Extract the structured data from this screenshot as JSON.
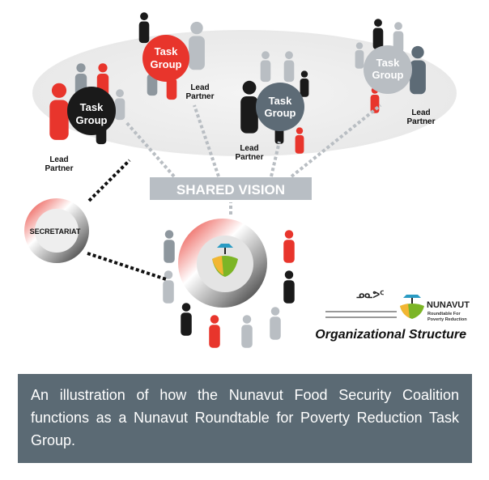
{
  "task_groups": [
    {
      "label1": "Task",
      "label2": "Group",
      "lead": "Lead Partner",
      "color": "#1a1a1a"
    },
    {
      "label1": "Task",
      "label2": "Group",
      "lead": "Lead Partner",
      "color": "#e8352c"
    },
    {
      "label1": "Task",
      "label2": "Group",
      "lead": "Lead Partner",
      "color": "#5d6b76"
    },
    {
      "label1": "Task",
      "label2": "Group",
      "lead": "Lead Partner",
      "color": "#b9bec3"
    }
  ],
  "lead_line1": "Lead",
  "lead_line2": "Partner",
  "shared_vision": "SHARED VISION",
  "secretariat": "SECRETARIAT",
  "logo": {
    "brand": "NUNAVUT",
    "sub1": "Roundtable For",
    "sub2": "Poverty Reduction",
    "syllabics": "ᓄᓇᕗᑦ"
  },
  "diagram_title": "Organizational Structure",
  "caption": "An illustration of how the Nunavut Food Security Coalition functions as a Nunavut Roundtable for Poverty Reduction Task Group."
}
